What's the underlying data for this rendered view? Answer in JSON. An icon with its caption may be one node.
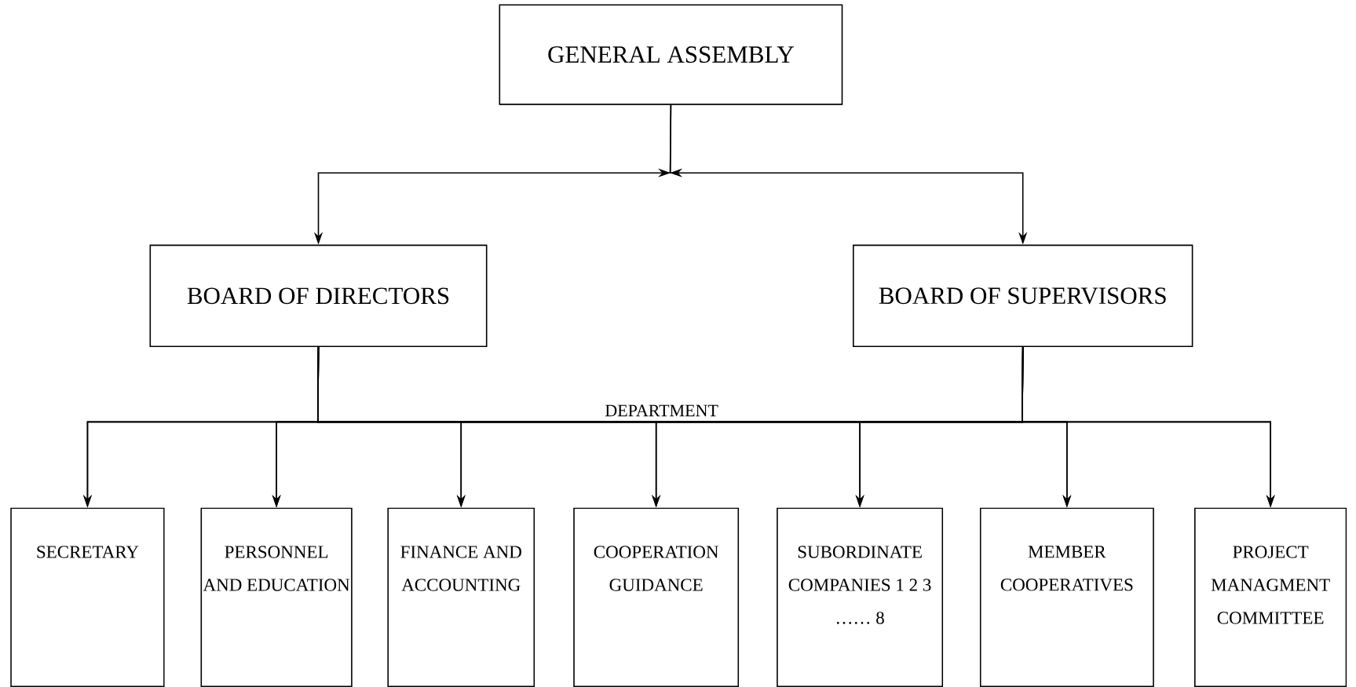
{
  "diagram": {
    "nodes": [
      {
        "text": [
          "GENERAL ASSEMBLY"
        ]
      },
      {
        "text": [
          "BOARD OF DIRECTORS"
        ]
      },
      {
        "text": [
          "BOARD OF SUPERVISORS"
        ]
      },
      {
        "text": [
          "SECRETARY"
        ]
      },
      {
        "text": [
          "PERSONNEL AND EDUCATION"
        ]
      },
      {
        "text": [
          "FINANCE AND ACCOUNTING"
        ]
      },
      {
        "text": [
          "COOPERATION GUIDANCE"
        ]
      },
      {
        "text": [
          "SUBORDINATE COMPANIES 1 2 3 …… 8"
        ]
      },
      {
        "text": [
          "MEMBER COOPERATIVES"
        ]
      },
      {
        "text": [
          "PROJECT MANAGMENT COMMITTEE"
        ]
      }
    ],
    "edges": [
      {
        "from": 0,
        "to": 1,
        "arrow": "to"
      },
      {
        "from": 0,
        "to": 2,
        "arrow": "to"
      },
      {
        "from": 1,
        "to": 3,
        "arrow": "to"
      },
      {
        "from": 1,
        "to": 4,
        "arrow": "to"
      },
      {
        "from": 1,
        "to": 5,
        "arrow": "to"
      },
      {
        "from": 1,
        "to": 6,
        "arrow": "to"
      },
      {
        "from": 1,
        "to": 7,
        "arrow": "to"
      },
      {
        "from": 1,
        "to": 8,
        "arrow": "to"
      },
      {
        "from": 1,
        "to": 9,
        "arrow": "to"
      },
      {
        "from": 2,
        "to": 3,
        "arrow": "to"
      },
      {
        "from": 2,
        "to": 4,
        "arrow": "to"
      },
      {
        "from": 2,
        "to": 5,
        "arrow": "to"
      },
      {
        "from": 2,
        "to": 6,
        "arrow": "to"
      },
      {
        "from": 2,
        "to": 7,
        "arrow": "to"
      },
      {
        "from": 2,
        "to": 8,
        "arrow": "to"
      },
      {
        "from": 2,
        "to": 9,
        "arrow": "to"
      }
    ],
    "labels": [
      "DEPARTMENT"
    ]
  }
}
